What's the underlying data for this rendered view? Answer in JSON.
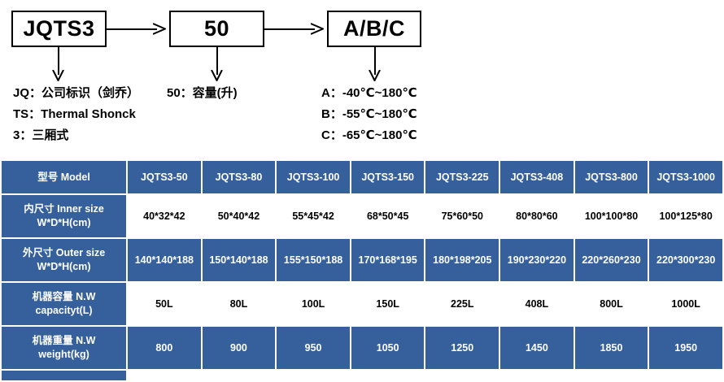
{
  "diagram": {
    "boxes": [
      {
        "name": "model-prefix",
        "text": "JQTS3"
      },
      {
        "name": "volume",
        "text": "50"
      },
      {
        "name": "temp-range",
        "text": "A/B/C"
      }
    ],
    "legend_left": [
      "JQ：公司标识（剑乔）",
      "TS：Thermal Shonck",
      "3：三厢式"
    ],
    "legend_mid": [
      "50：容量(升)"
    ],
    "legend_right": [
      "A：-40℃~180℃",
      "B：-55℃~180℃",
      "C：-65℃~180℃"
    ]
  },
  "table": {
    "header": {
      "label": "型号 Model",
      "models": [
        "JQTS3-50",
        "JQTS3-80",
        "JQTS3-100",
        "JQTS3-150",
        "JQTS3-225",
        "JQTS3-408",
        "JQTS3-800",
        "JQTS3-1000"
      ]
    },
    "rows": [
      {
        "label_cn": "内尺寸 Inner size",
        "label_en": "W*D*H(cm)",
        "style": "white",
        "values": [
          "40*32*42",
          "50*40*42",
          "55*45*42",
          "68*50*45",
          "75*60*50",
          "80*80*60",
          "100*100*80",
          "100*125*80"
        ]
      },
      {
        "label_cn": "外尺寸 Outer size",
        "label_en": "W*D*H(cm)",
        "style": "blue",
        "values": [
          "140*140*188",
          "150*140*188",
          "155*150*188",
          "170*168*195",
          "180*198*205",
          "190*230*220",
          "220*260*230",
          "220*300*230"
        ]
      },
      {
        "label_cn": "机器容量 N.W",
        "label_en": "capacityt(L)",
        "style": "white",
        "values": [
          "50L",
          "80L",
          "100L",
          "150L",
          "225L",
          "408L",
          "800L",
          "1000L"
        ]
      },
      {
        "label_cn": "机器重量 N.W",
        "label_en": "weight(kg)",
        "style": "blue",
        "values": [
          "800",
          "900",
          "950",
          "1050",
          "1250",
          "1450",
          "1850",
          "1950"
        ]
      }
    ]
  },
  "colors": {
    "table_blue": "#35609b",
    "table_white": "#ffffff",
    "diagram_line": "#000000"
  }
}
